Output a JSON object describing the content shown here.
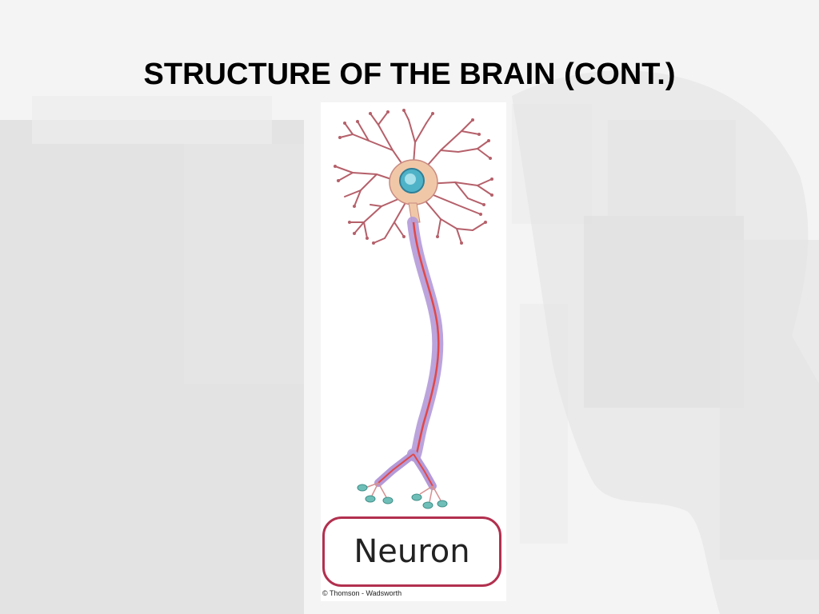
{
  "slide": {
    "title": "STRUCTURE OF THE BRAIN (CONT.)"
  },
  "figure": {
    "label": "Neuron",
    "credit": "© Thomson - Wadsworth",
    "colors": {
      "dendrite": "#b5606a",
      "soma": "#f0c8a8",
      "nucleus": "#4fb3c8",
      "myelin": "#b49ad8",
      "axon_core": "#e04848",
      "terminal": "#6fbfb8",
      "label_border": "#b2304f"
    }
  }
}
